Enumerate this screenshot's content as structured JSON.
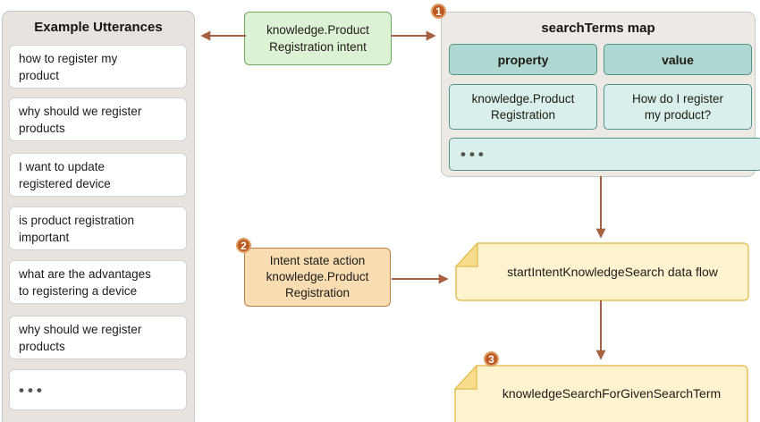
{
  "left_panel": {
    "title": "Example Utterances",
    "utterances": [
      "how to register my product",
      "why should we register products",
      "I want to update registered device",
      "is product registration important",
      "what are the advantages to registering a device",
      "why should we register products",
      "•••"
    ]
  },
  "intent_box": {
    "label": "knowledge.Product Registration intent"
  },
  "search_terms": {
    "title": "searchTerms map",
    "columns": [
      "property",
      "value"
    ],
    "rows": [
      [
        "knowledge.Product Registration",
        "How do I register my product?"
      ]
    ],
    "ellipsis": "•••"
  },
  "action_box": {
    "label": "Intent state action knowledge.Product Registration"
  },
  "notes": [
    {
      "label": "startIntentKnowledgeSearch data flow"
    },
    {
      "label": "knowledgeSearchForGivenSearchTerm"
    }
  ],
  "badges": {
    "one": "1",
    "two": "2",
    "three": "3"
  },
  "colors": {
    "arrow": "#a96040",
    "badge": "#bc5a23",
    "badge_ring": "#e09d64",
    "intent_fill": "#ddf2d5",
    "intent_border": "#6fa95e",
    "map_header_fill": "#aed8d1",
    "map_cell_fill": "#d9efec",
    "map_border": "#4f948b",
    "action_fill": "#f8dcb2",
    "action_border": "#bb8142",
    "note_fill": "#fdf3cf",
    "note_border": "#e5c25c",
    "note_fold": "#f8dd8f",
    "panel_fill": "#e7e4df",
    "card_fill": "#ffffff"
  }
}
